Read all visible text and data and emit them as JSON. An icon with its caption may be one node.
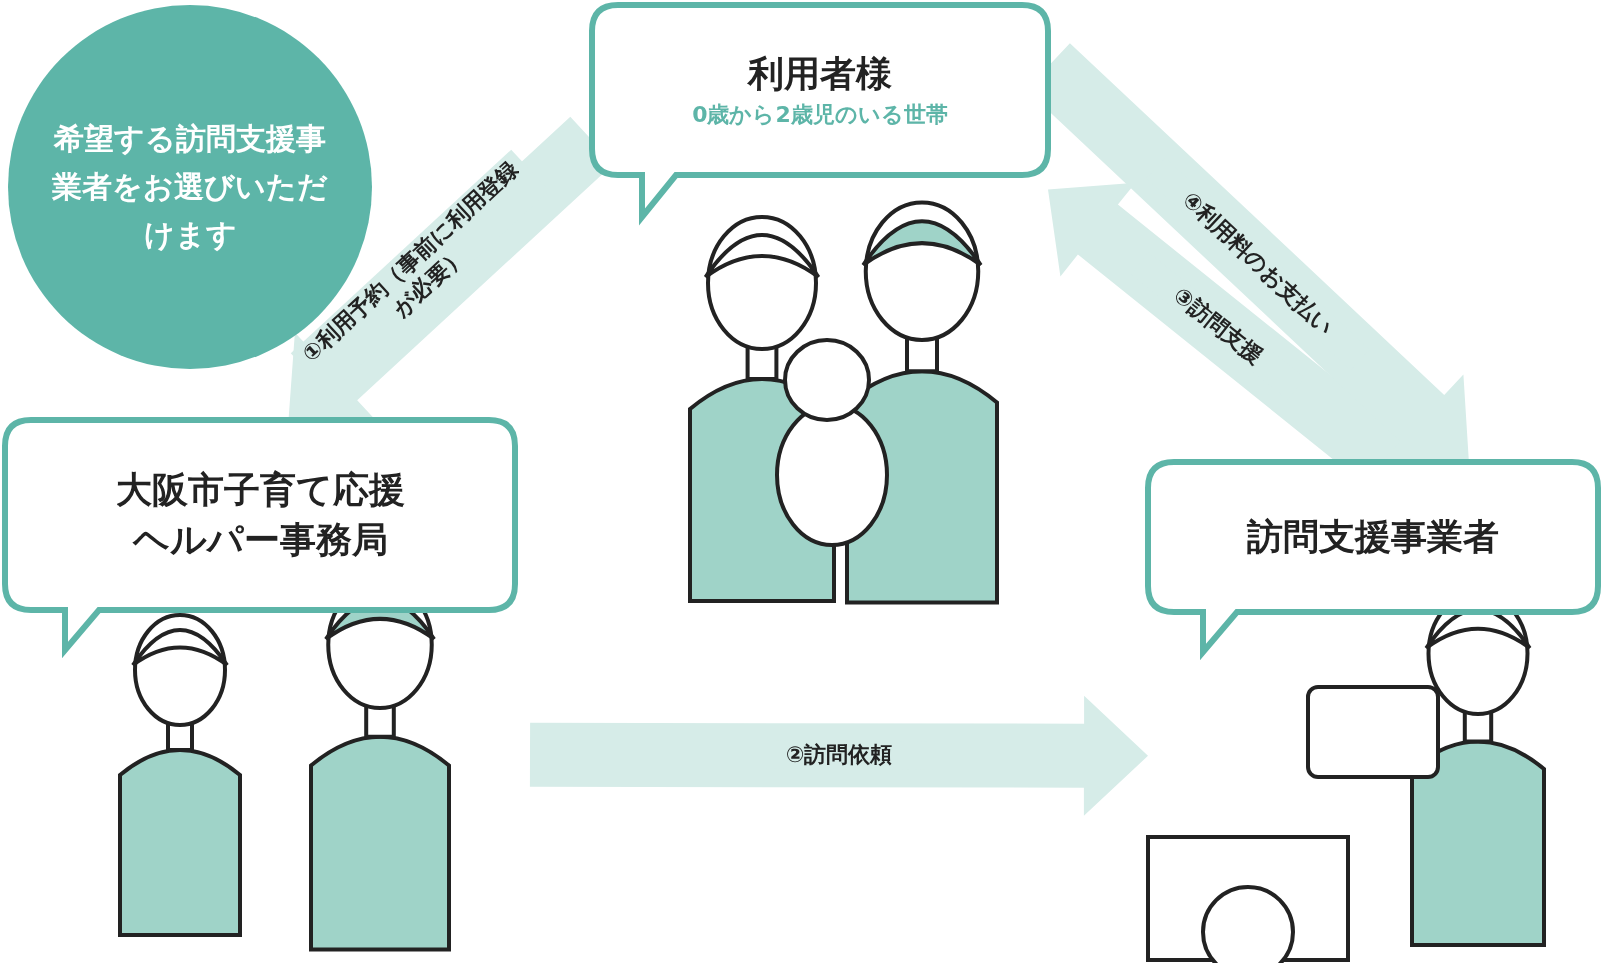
{
  "diagram": {
    "nodes": [
      {
        "text": [
          "利用者様",
          "0歳から2歳児のいる世帯"
        ]
      },
      {
        "text": [
          "大阪市子育て応援ヘルパー事務局"
        ]
      },
      {
        "text": [
          "訪問支援事業者"
        ]
      },
      {
        "text": [
          "希望する訪問支援事業者をお選びいただけます"
        ]
      }
    ],
    "edges": [
      {
        "from": 0,
        "to": 1,
        "arrow": "to",
        "label": "①利用予約（事前に利用登録が必要）"
      },
      {
        "from": 1,
        "to": 2,
        "arrow": "to",
        "label": "②訪問依頼"
      },
      {
        "from": 2,
        "to": 0,
        "arrow": "to",
        "label": "③訪問支援"
      },
      {
        "from": 0,
        "to": 2,
        "arrow": "to",
        "label": "④利用料のお支払い"
      }
    ]
  }
}
